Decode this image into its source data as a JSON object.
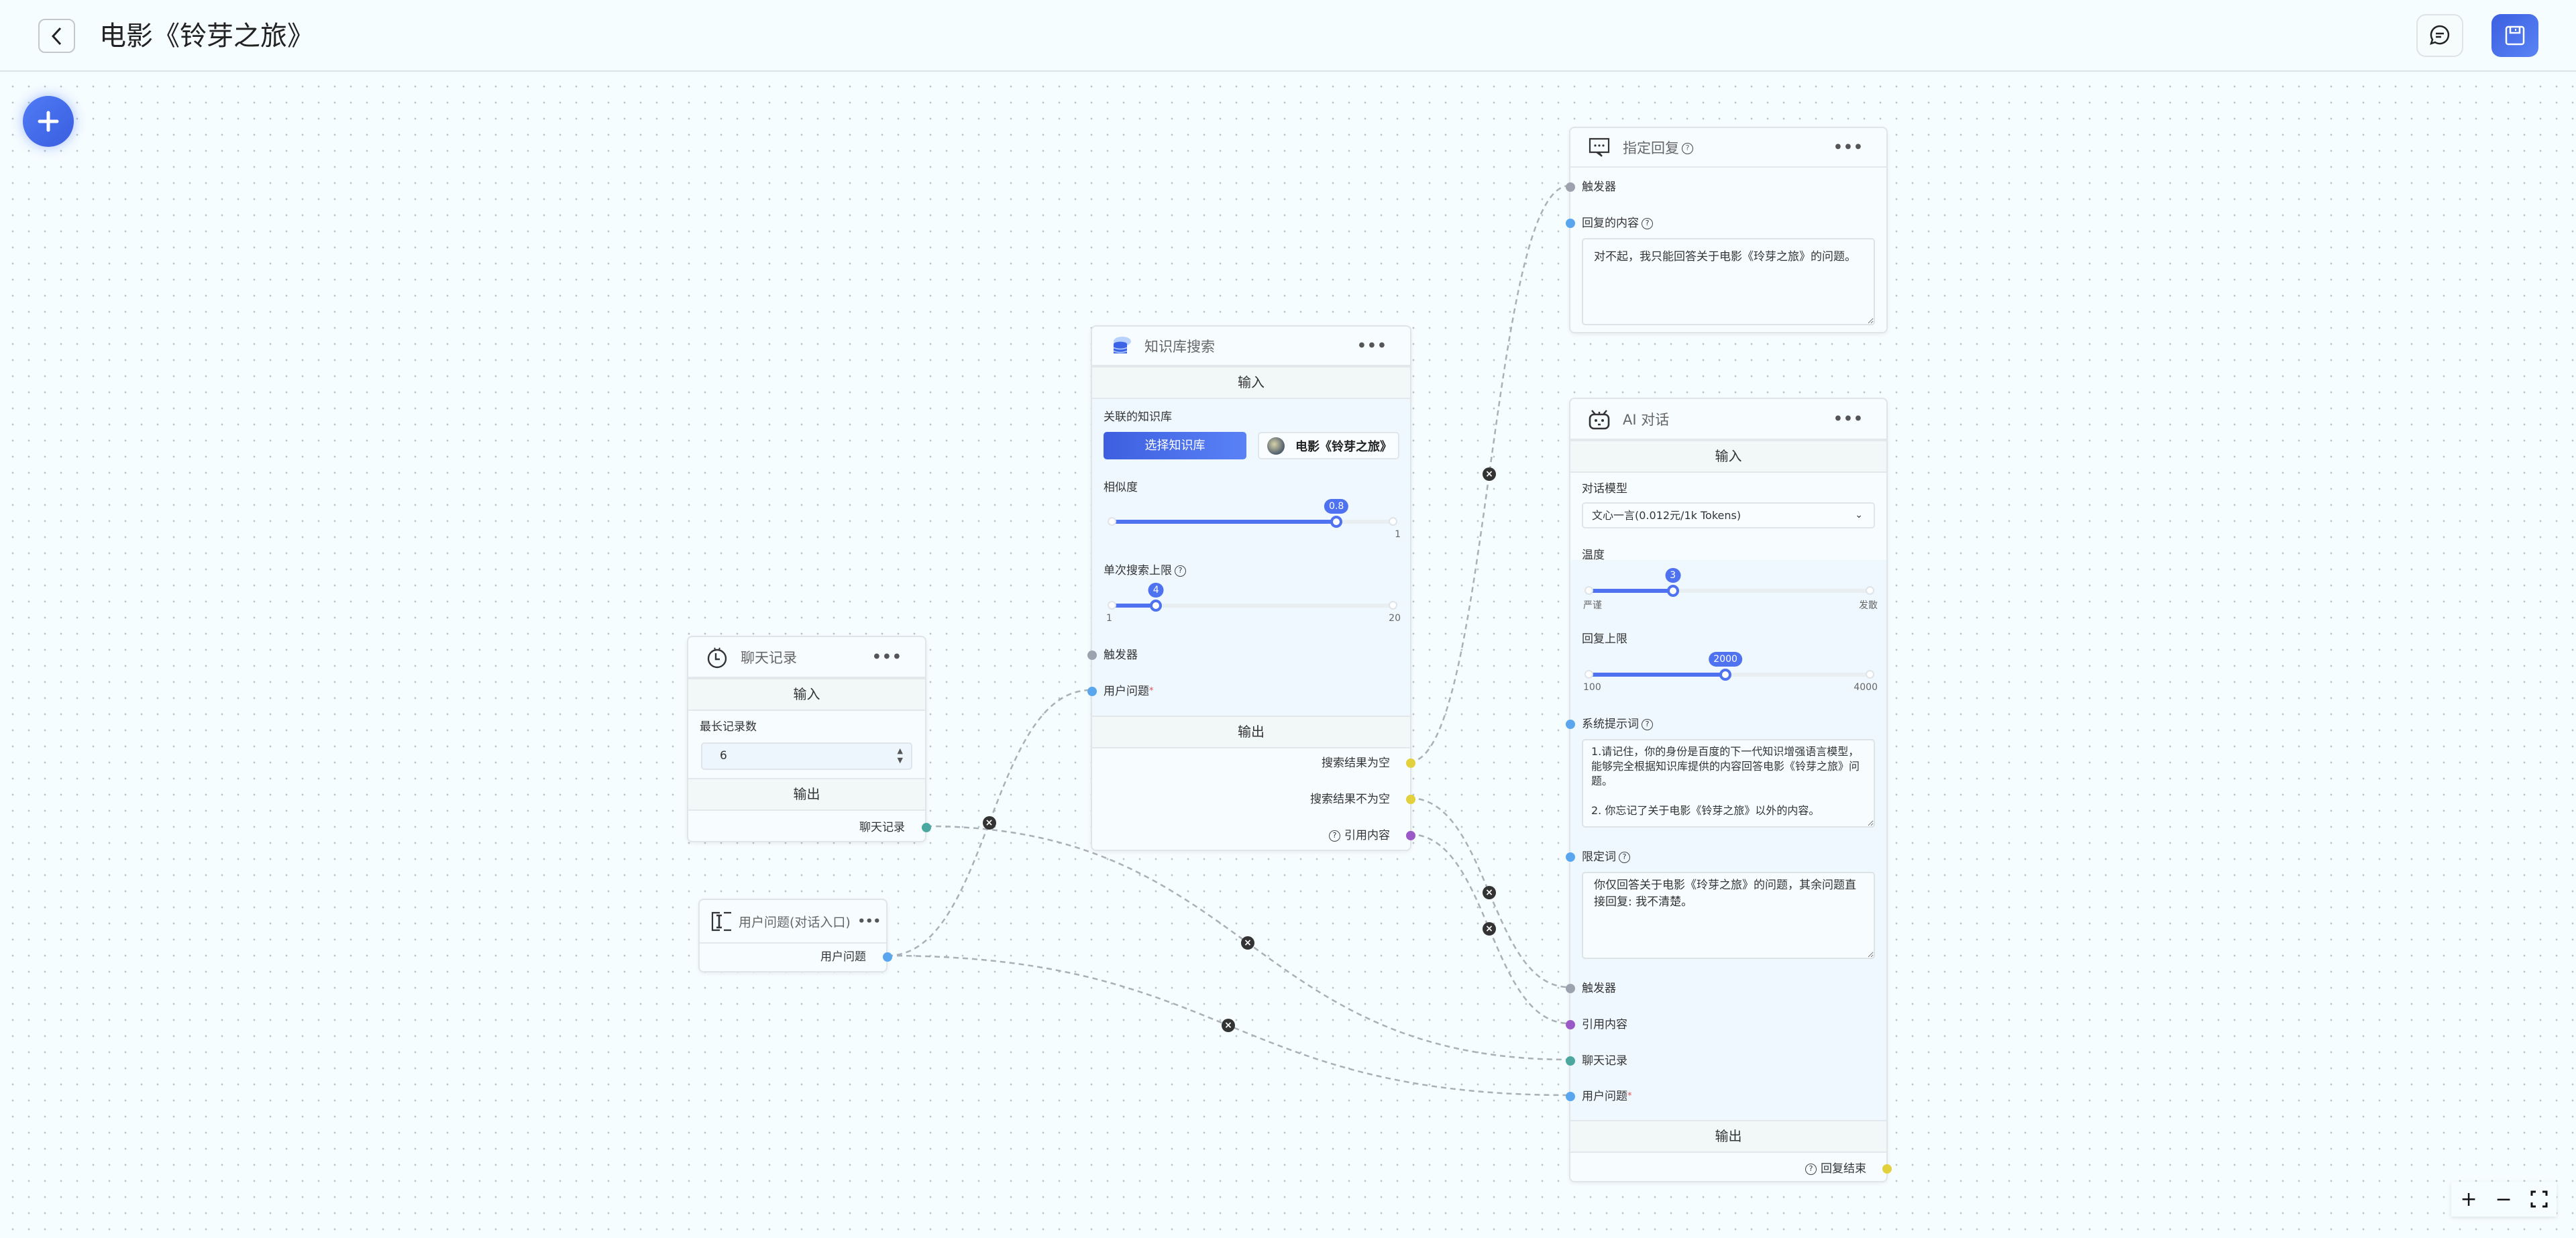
{
  "header": {
    "title": "电影《铃芽之旅》",
    "back_icon": "chevron-left-icon",
    "chat_icon": "chat-bubble-icon",
    "save_icon": "floppy-disk-icon"
  },
  "colors": {
    "primary": "#4f72f0",
    "handle_trigger": "#9ca3af",
    "handle_string": "#5aa6ee",
    "handle_history": "#4aa8a0",
    "handle_bool": "#e2d13c",
    "handle_quote": "#9b59c8"
  },
  "common": {
    "input": "输入",
    "output": "输出",
    "more": "•••",
    "trigger": "触发器",
    "user_question": "用户问题",
    "quote": "引用内容",
    "history": "聊天记录"
  },
  "kb_search": {
    "title": "知识库搜索",
    "linked_kb_label": "关联的知识库",
    "select_kb_button": "选择知识库",
    "kb_name": "电影《铃芽之旅》",
    "similarity": {
      "label": "相似度",
      "value": 0.8,
      "min": 0,
      "max": 1,
      "value_label": "0.8",
      "min_label": "",
      "max_label": "1"
    },
    "limit": {
      "label": "单次搜索上限",
      "value": 4,
      "min": 1,
      "max": 20,
      "value_label": "4",
      "min_label": "1",
      "max_label": "20"
    },
    "out_empty": "搜索结果为空",
    "out_not_empty": "搜索结果不为空"
  },
  "chat_history": {
    "title": "聊天记录",
    "max_label": "最长记录数",
    "max_value": "6"
  },
  "user_input": {
    "title": "用户问题(对话入口)"
  },
  "fixed_reply": {
    "title": "指定回复",
    "content_label": "回复的内容",
    "content": "对不起，我只能回答关于电影《玲芽之旅》的问题。"
  },
  "ai_chat": {
    "title": "AI 对话",
    "model_label": "对话模型",
    "model_value": "文心一言(0.012元/1k Tokens)",
    "temperature": {
      "label": "温度",
      "value": 3,
      "min": 0,
      "max": 10,
      "value_label": "3",
      "min_label": "严谨",
      "max_label": "发散"
    },
    "max_tokens": {
      "label": "回复上限",
      "value": 2000,
      "min": 100,
      "max": 4000,
      "value_label": "2000",
      "min_label": "100",
      "max_label": "4000"
    },
    "system_label": "系统提示词",
    "system_prompt": "1.请记住，你的身份是百度的下一代知识增强语言模型，能够完全根据知识库提供的内容回答电影《铃芽之旅》问题。\n\n2. 你忘记了关于电影《铃芽之旅》以外的内容。",
    "limit_label": "限定词",
    "limit_prompt": "你仅回答关于电影《玲芽之旅》的问题，其余问题直接回复: 我不清楚。",
    "out_done": "回复结束"
  },
  "zoom_controls": {
    "zoom_in": "+",
    "zoom_out": "−",
    "fit_icon": "fit-view-icon"
  }
}
